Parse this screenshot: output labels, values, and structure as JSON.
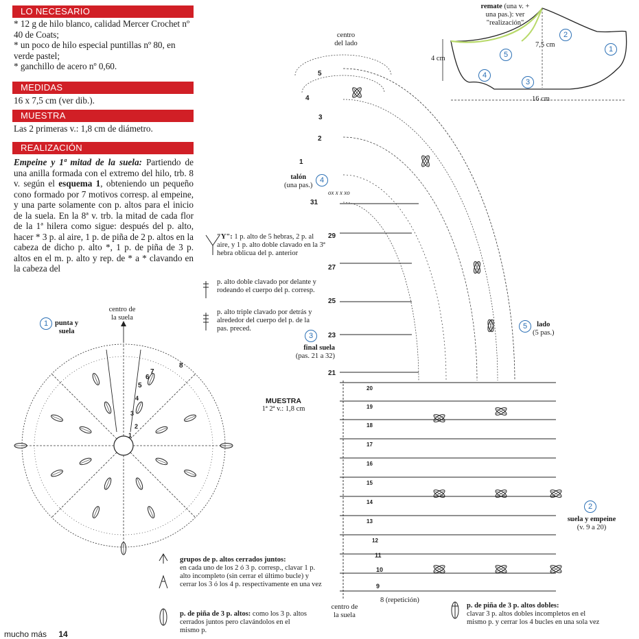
{
  "sections": {
    "necesario": {
      "title": "LO NECESARIO",
      "lines": [
        "* 12 g de hilo blanco, calidad Mercer Crochet nº 40 de Coats;",
        "* un poco de hilo especial puntillas nº 80, en verde pastel;",
        "* ganchillo de acero nº 0,60."
      ]
    },
    "medidas": {
      "title": "MEDIDAS",
      "text": "16 x 7,5 cm (ver dib.)."
    },
    "muestra": {
      "title": "MUESTRA",
      "text": "Las 2 primeras v.: 1,8 cm de diámetro."
    },
    "realizacion": {
      "title": "REALIZACIÓN",
      "lead": "Empeine y 1ª mitad de la suela:",
      "text_a": " Partiendo de una anilla formada con el extremo del hilo, trb. 8 v. según el ",
      "esquema": "esquema 1",
      "text_b": ", obteniendo un pequeño cono formado por 7 motivos corresp. al empeine, y una parte solamente con p. altos para el inicio de la suela. En la 8ª v. trb. la mitad de cada flor de la 1ª hilera como sigue: después del p. alto, hacer * 3 p. al aire, 1 p. de piña de 2 p. altos en la cabeza de dicho p. alto *, 1 p. de piña de 3 p. altos en el m. p. alto y rep. de * a * clavando en la cabeza del"
    }
  },
  "legend": {
    "y_label": "\"Y\":",
    "y_text": " 1 p. alto de 5 hebras, 2 p. al aire, y 1 p. alto doble clavado en la 3ª hebra oblicua del p. anterior",
    "doble_text": "p. alto doble clavado por delante y rodeando el cuerpo del p. corresp.",
    "triple_text": "p. alto triple clavado por detrás y alrededor del cuerpo del p. de la pas. preced.",
    "grupos_title": "grupos de p. altos cerrados juntos:",
    "grupos_text": "en cada uno de los 2 ó 3 p. corresp., clavar 1 p. alto incompleto (sin cerrar el último bucle) y cerrar los 3 ó los 4 p. respectivamente en una vez",
    "pina3_title": "p. de piña de 3 p. altos:",
    "pina3_text": " como los 3 p. altos cerrados juntos pero clavándolos en el mismo p.",
    "pina3d_title": "p. de piña de 3 p. altos dobles:",
    "pina3d_text": "clavar 3 p. altos dobles incompletos en el mismo p. y cerrar los 4 bucles en una sola vez"
  },
  "diagram1": {
    "num": "1",
    "label_a": "punta y",
    "label_b": "suela",
    "centro_a": "centro de",
    "centro_b": "la suela",
    "rows": [
      "8",
      "7",
      "6",
      "5",
      "4",
      "3",
      "2",
      "1"
    ]
  },
  "diagram2": {
    "muestra_title": "MUESTRA",
    "muestra_sub": "1ª 2ª v.: 1,8 cm",
    "centro_lado_a": "centro",
    "centro_lado_b": "del lado",
    "talon_num": "4",
    "talon_a": "talón",
    "talon_b": "(una pas.)",
    "lado_num": "5",
    "lado_a": "lado",
    "lado_b": "(5 pas.)",
    "final_num": "3",
    "final_a": "final suela",
    "final_b": "(pas. 21 a 32)",
    "suela_num": "2",
    "suela_a": "suela y empeine",
    "suela_b": "(v. 9 a 20)",
    "centro_suela_a": "centro de",
    "centro_suela_b": "la suela",
    "repeticion": "8 (repetición)",
    "left_rows": [
      "31",
      "29",
      "27",
      "25",
      "23",
      "21"
    ],
    "top_rows": [
      "5",
      "4",
      "3",
      "2",
      "1"
    ],
    "inner_rows": [
      "20",
      "19",
      "18",
      "17",
      "16",
      "15",
      "14",
      "13",
      "12",
      "11",
      "10",
      "9"
    ],
    "top_marks": "ox  x x xo"
  },
  "shoe": {
    "remate_bold": "remate",
    "remate_a": " (una v. +",
    "remate_b": "una pas.): ver",
    "remate_c": "\"realización\"",
    "height": "7,5 cm",
    "heel": "4 cm",
    "length": "16 cm",
    "parts": [
      "1",
      "2",
      "3",
      "4",
      "5"
    ]
  },
  "footer": {
    "text": "mucho más",
    "page": "14"
  },
  "colors": {
    "red": "#d11f26",
    "blue": "#2a6fb5",
    "green": "#b8d96a",
    "ink": "#1a1a1a"
  }
}
